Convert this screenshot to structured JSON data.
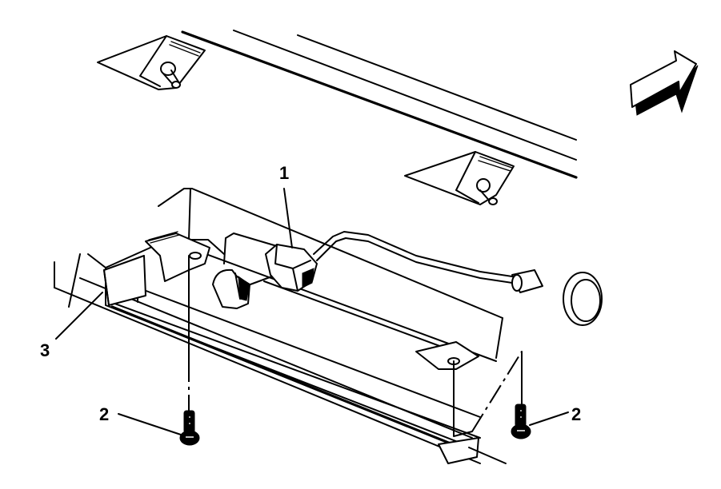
{
  "diagram": {
    "type": "exploded-parts-illustration",
    "subject": "lamp assembly removal (mounting panel, connector, fasteners)",
    "direction_indicator": "front-of-vehicle-arrow",
    "callouts": [
      {
        "id": "1",
        "label": "1",
        "part": "electrical connector"
      },
      {
        "id": "2a",
        "label": "2",
        "part": "fastener (left)"
      },
      {
        "id": "2b",
        "label": "2",
        "part": "fastener (right)"
      },
      {
        "id": "3",
        "label": "3",
        "part": "lamp assembly"
      }
    ],
    "colors": {
      "line": "#000000",
      "background": "#ffffff"
    }
  }
}
